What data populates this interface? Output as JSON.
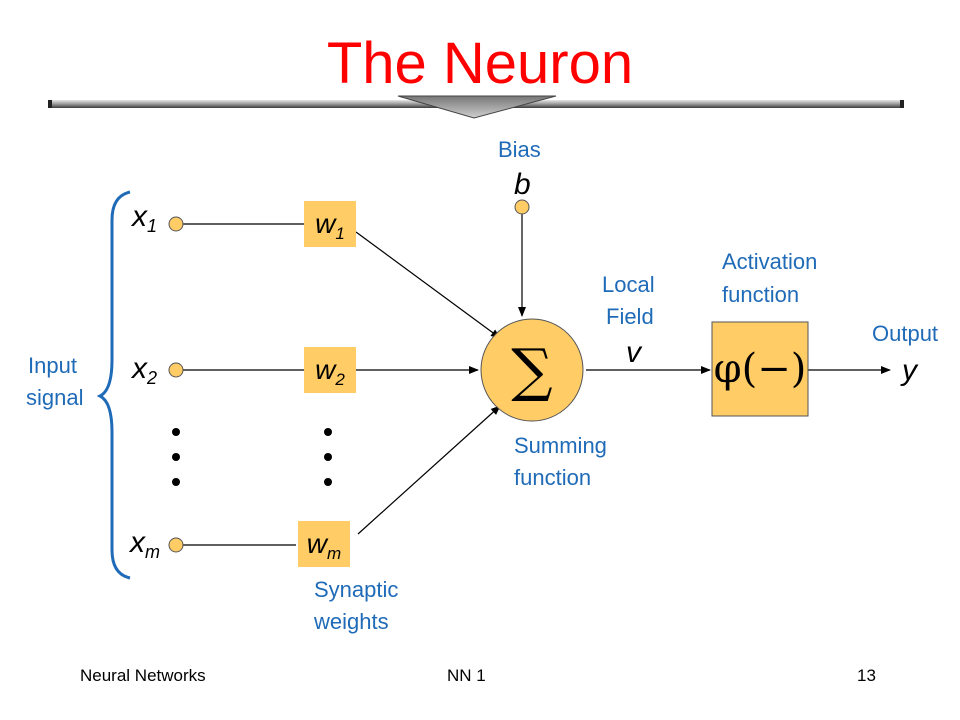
{
  "title": "The Neuron",
  "labels": {
    "bias": "Bias",
    "local_field_1": "Local",
    "local_field_2": "Field",
    "activation_1": "Activation",
    "activation_2": "function",
    "output": "Output",
    "input_1": "Input",
    "input_2": "signal",
    "summing_1": "Summing",
    "summing_2": "function",
    "synaptic_1": "Synaptic",
    "synaptic_2": "weights"
  },
  "symbols": {
    "b": "b",
    "v": "v",
    "y": "y",
    "x1": {
      "base": "x",
      "sub": "1"
    },
    "x2": {
      "base": "x",
      "sub": "2"
    },
    "xm": {
      "base": "x",
      "sub": "m"
    },
    "w1": {
      "base": "w",
      "sub": "1"
    },
    "w2": {
      "base": "w",
      "sub": "2"
    },
    "wm": {
      "base": "w",
      "sub": "m"
    },
    "sigma": "∑",
    "phi": "φ(−)"
  },
  "footer": {
    "left": "Neural Networks",
    "center": "NN 1",
    "page": "13"
  },
  "colors": {
    "title": "#ff0000",
    "label_text": "#1f6bb8",
    "box_fill": "#ffcc66",
    "node_fill": "#ffcc66"
  }
}
